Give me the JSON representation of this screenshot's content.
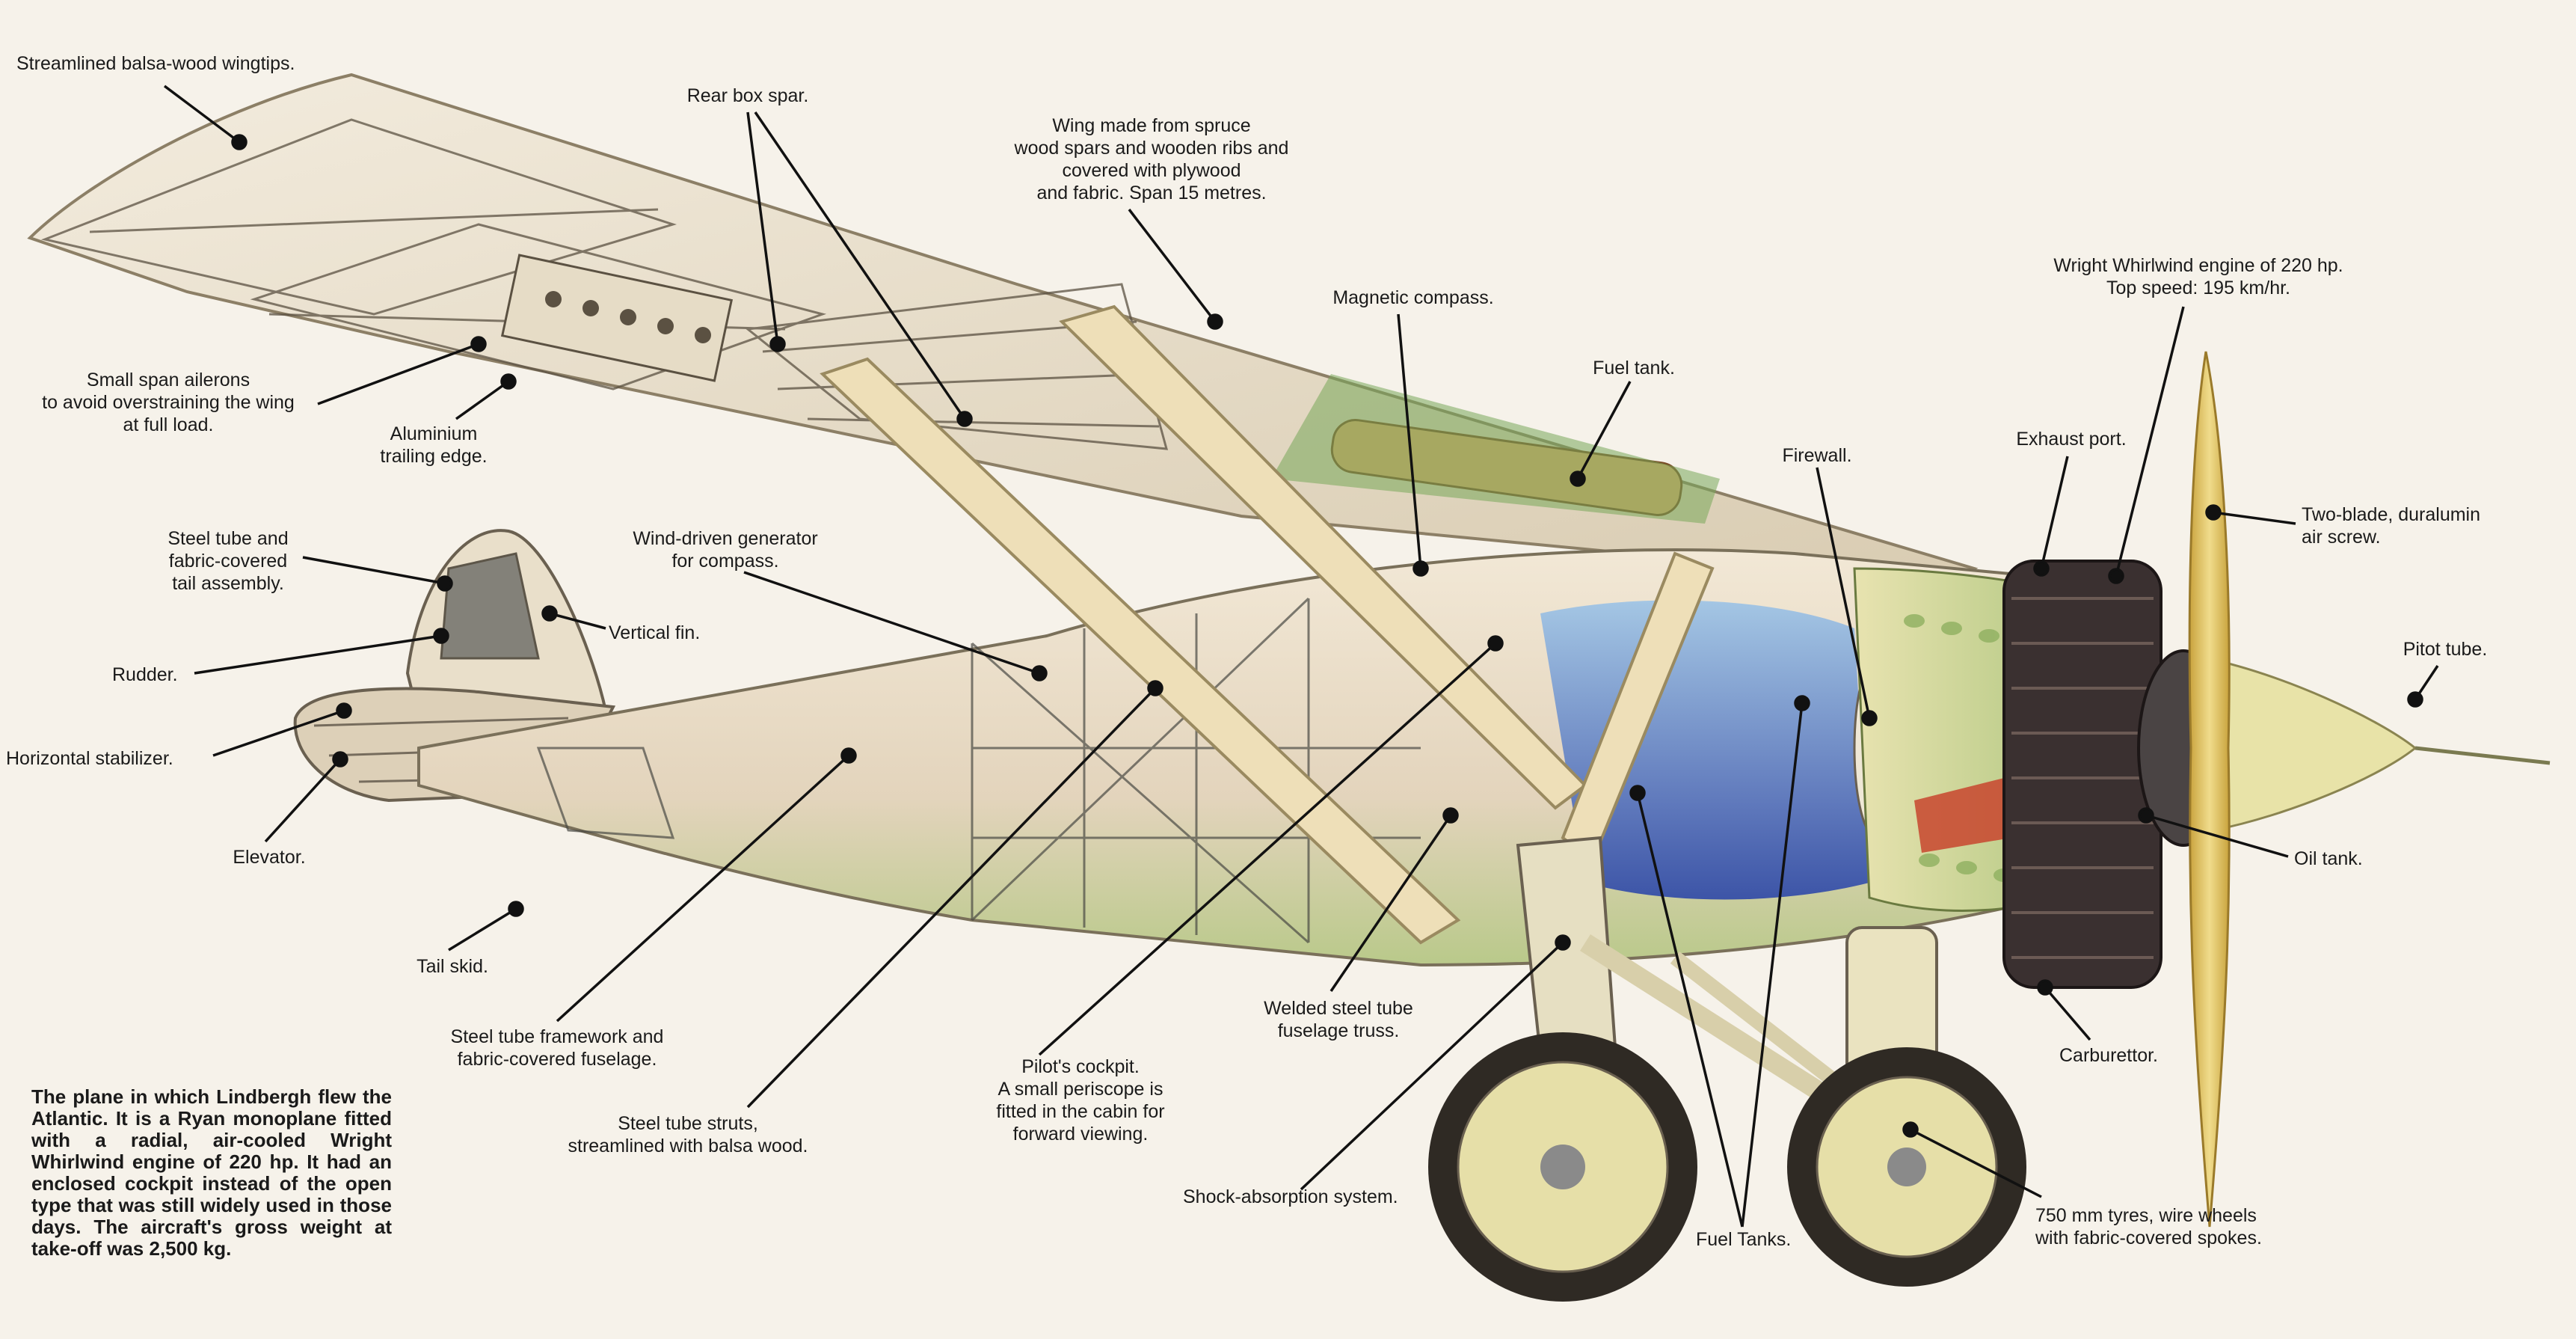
{
  "labels": {
    "wingtips": "Streamlined balsa-wood wingtips.",
    "rear_spar": "Rear box spar.",
    "wing": "Wing made from spruce\nwood spars and wooden ribs and\ncovered with plywood\nand fabric. Span 15 metres.",
    "compass": "Magnetic compass.",
    "fuel_tank": "Fuel tank.",
    "engine": "Wright Whirlwind engine of 220 hp.\nTop speed: 195 km/hr.",
    "exhaust": "Exhaust port.",
    "firewall": "Firewall.",
    "airscrew": "Two-blade, duralumin\nair screw.",
    "pitot": "Pitot tube.",
    "ailerons": "Small span ailerons\nto avoid overstraining the wing\nat full load.",
    "trailing_edge": "Aluminium\ntrailing edge.",
    "tail_assembly": "Steel tube and\nfabric-covered\ntail assembly.",
    "generator": "Wind-driven generator\nfor compass.",
    "fin": "Vertical fin.",
    "rudder": "Rudder.",
    "stabilizer": "Horizontal stabilizer.",
    "elevator": "Elevator.",
    "tail_skid": "Tail skid.",
    "framework": "Steel tube framework and\nfabric-covered fuselage.",
    "struts": "Steel tube struts,\nstreamlined with balsa wood.",
    "cockpit": "Pilot's cockpit.\nA small periscope is\nfitted in the cabin for\nforward viewing.",
    "truss": "Welded steel tube\nfuselage truss.",
    "shock": "Shock-absorption system.",
    "fuel_tanks": "Fuel Tanks.",
    "tyres": "750 mm tyres, wire wheels\nwith fabric-covered spokes.",
    "carburettor": "Carburettor.",
    "oil_tank": "Oil tank."
  },
  "caption": "The plane in which Lindbergh flew the Atlantic. It is a Ryan monoplane fitted with a radial, air-cooled Wright Whirlwind engine of 220 hp. It had an enclosed cockpit instead of the open type that was still widely used in those days. The aircraft's gross weight at take-off was 2,500 kg.",
  "colors": {
    "wing": "#e8ddc8",
    "fuselage": "#ede3cf",
    "cockpit_blue": "#3f6fc0",
    "engine": "#3a3030",
    "propeller": "#e3c768",
    "tyre": "#2f2a24",
    "wheel": "#e6dfa8",
    "leader": "#111111"
  }
}
